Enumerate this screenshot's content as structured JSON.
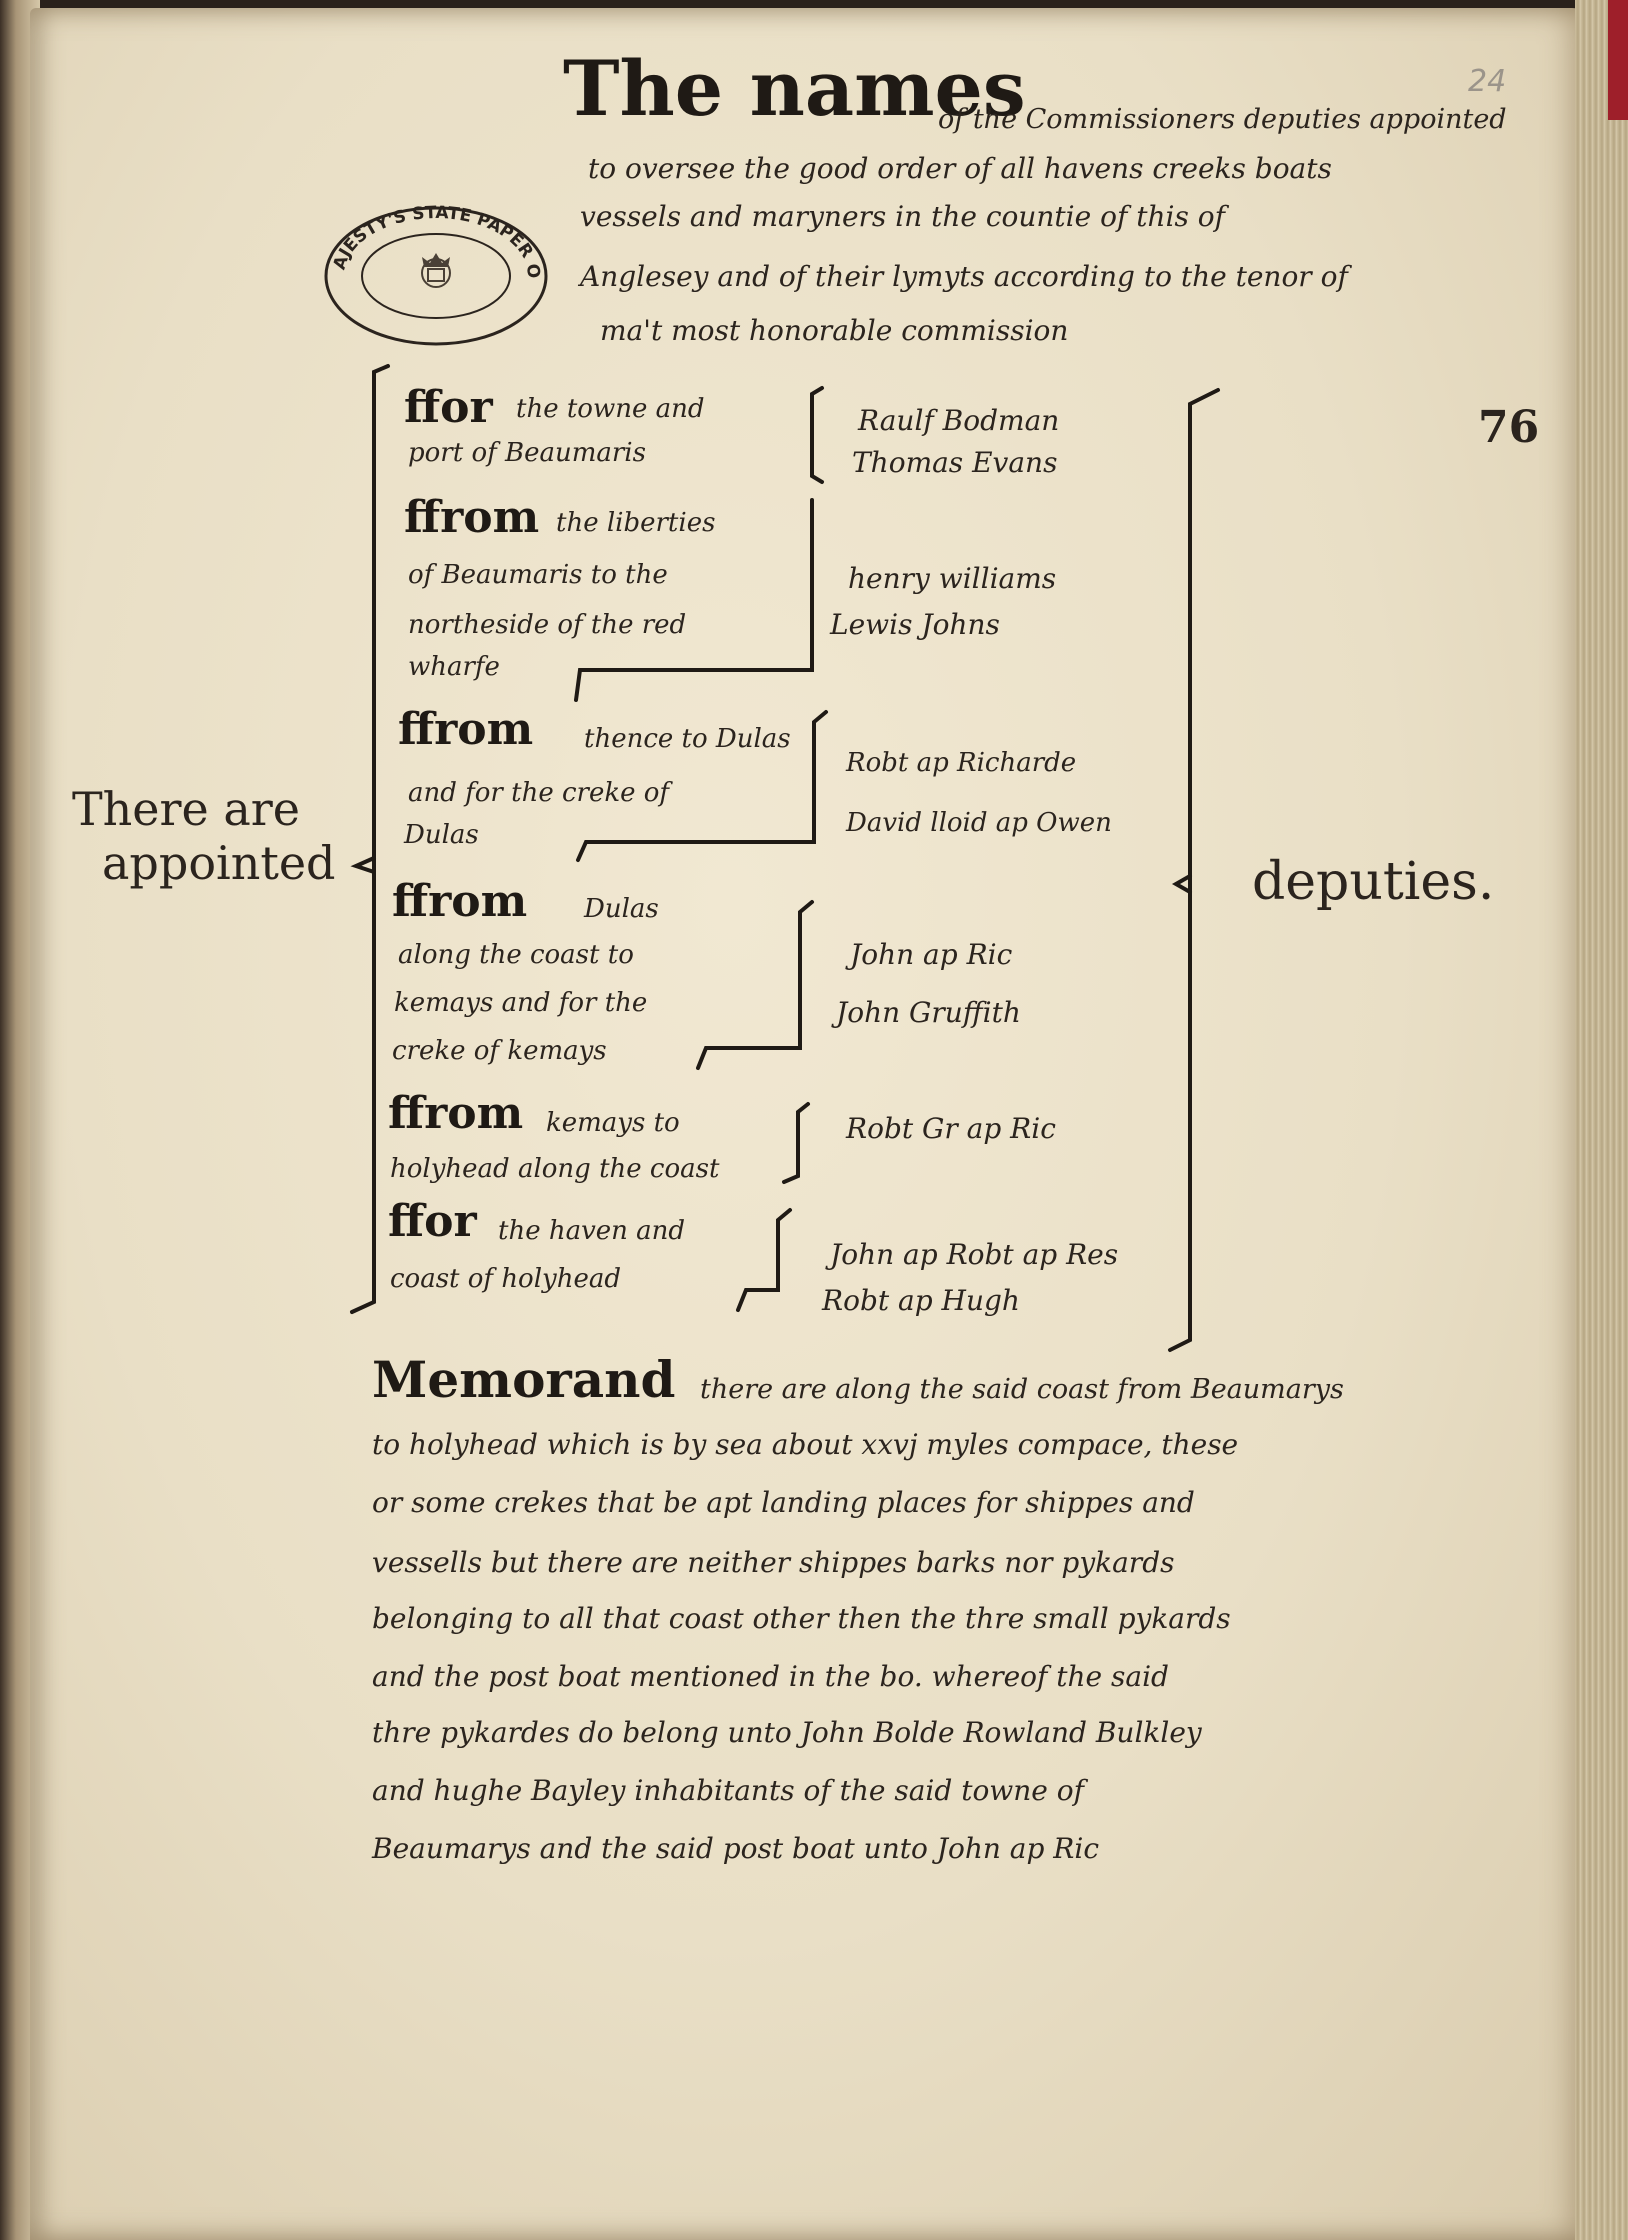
{
  "folio_pencil": "24",
  "page_number": "76",
  "stamp": {
    "ring_text": "HER MAJESTY'S STATE PAPER OFFICE"
  },
  "heading": {
    "initial": "The names",
    "lines": [
      "of the Commissioners deputies appointed",
      "to oversee the good order of all havens creeks boats",
      "vessels and maryners in the countie of this of",
      "Anglesey and of their lymyts according to the tenor of",
      "ma't most honorable commission"
    ]
  },
  "left_label": [
    "There are",
    "appointed"
  ],
  "right_label": "deputies.",
  "entries": [
    {
      "lead": "ffor",
      "place_lines": [
        "the towne and",
        "port of Beaumaris"
      ],
      "deputies": [
        "Raulf Bodman",
        "Thomas Evans"
      ]
    },
    {
      "lead": "ffrom",
      "place_lines": [
        "the liberties",
        "of Beaumaris to the",
        "northeside of the red",
        "wharfe"
      ],
      "deputies": [
        "henry williams",
        "Lewis Johns"
      ]
    },
    {
      "lead": "ffrom",
      "place_lines": [
        "thence to Dulas",
        "and for the creke of",
        "Dulas"
      ],
      "deputies": [
        "Robt ap Richarde",
        "David lloid ap Owen"
      ]
    },
    {
      "lead": "ffrom",
      "place_lines": [
        "Dulas",
        "along the coast to",
        "kemays and for the",
        "creke of kemays"
      ],
      "deputies": [
        "John ap Ric",
        "John Gruffith"
      ]
    },
    {
      "lead": "ffrom",
      "place_lines": [
        "kemays to",
        "holyhead along the coast"
      ],
      "deputies": [
        "Robt Gr ap Ric"
      ]
    },
    {
      "lead": "ffor",
      "place_lines": [
        "the haven and",
        "coast of holyhead"
      ],
      "deputies": [
        "John ap Robt ap Res",
        "Robt ap Hugh"
      ]
    }
  ],
  "memorandum": {
    "initial": "Memorand",
    "lines": [
      "there are along the said coast from Beaumarys",
      "to holyhead which is by sea about xxvj myles compace, these",
      "or some crekes that be apt landing places for shippes and",
      "vessells but there are neither shippes barks nor pykards",
      "belonging to all that coast other then the thre small pykards",
      "and the post boat mentioned in the bo. whereof the said",
      "thre pykardes do belong unto John Bolde Rowland Bulkley",
      "and hughe Bayley inhabitants of the said towne of",
      "Beaumarys and the said post boat unto John ap Ric"
    ]
  }
}
